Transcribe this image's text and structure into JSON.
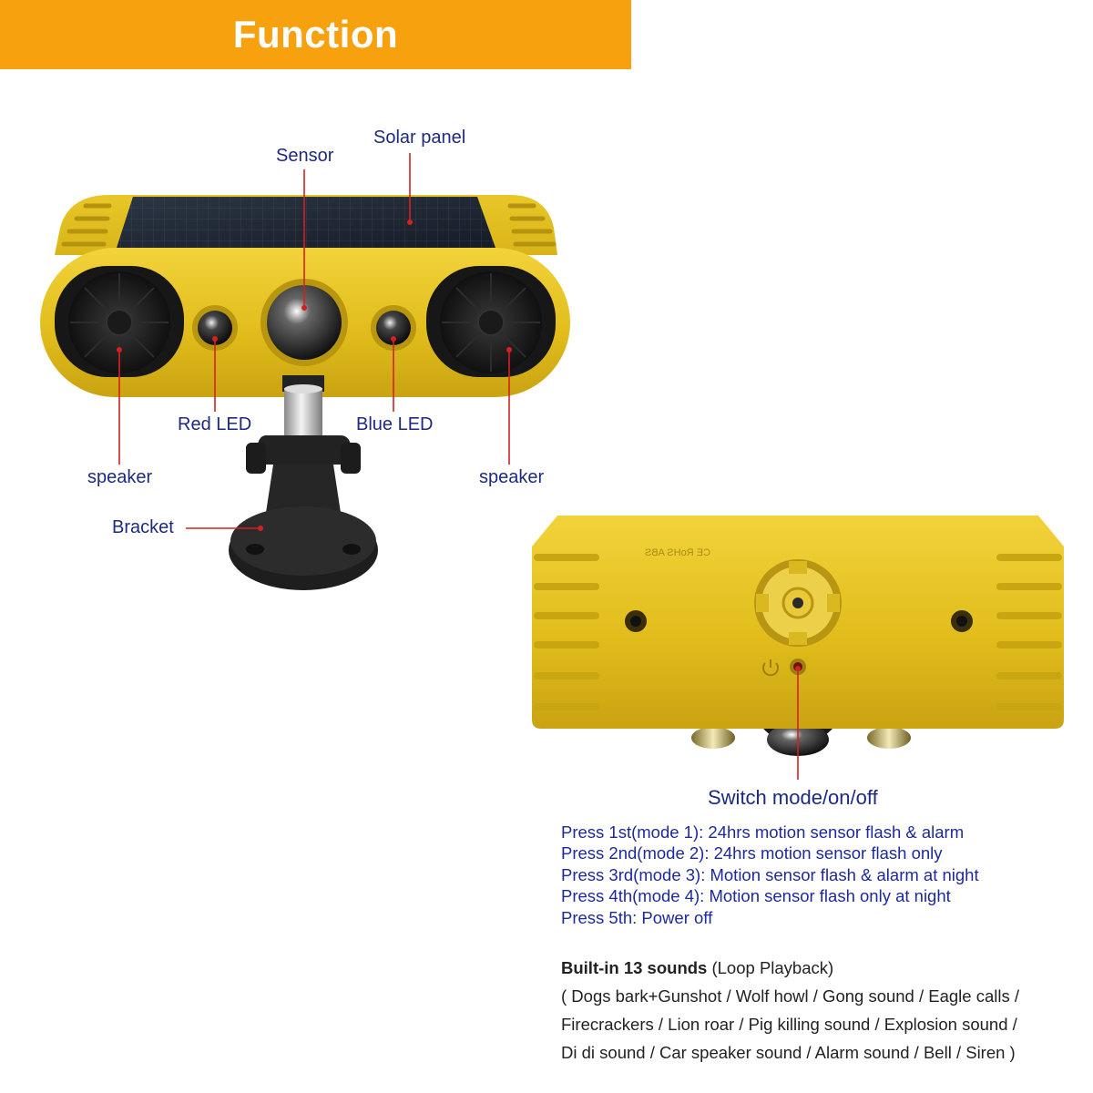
{
  "header": {
    "title": "Function",
    "color": "#f7a10f"
  },
  "labels": {
    "sensor": "Sensor",
    "solar_panel": "Solar panel",
    "red_led": "Red LED",
    "blue_led": "Blue LED",
    "speaker_left": "speaker",
    "speaker_right": "speaker",
    "bracket": "Bracket",
    "switch": "Switch mode/on/off"
  },
  "back_panel_text": "CE RoHS ABS",
  "modes": [
    "Press 1st(mode 1): 24hrs motion sensor flash & alarm",
    "Press 2nd(mode 2): 24hrs motion sensor flash only",
    "Press 3rd(mode 3): Motion sensor flash & alarm at night",
    "Press 4th(mode 4): Motion sensor flash only at night",
    "Press 5th: Power off"
  ],
  "sounds": {
    "title_bold": "Built-in 13 sounds",
    "title_rest": " (Loop Playback)",
    "lines": [
      "( Dogs bark+Gunshot / Wolf howl / Gong sound / Eagle calls /",
      "Firecrackers / Lion roar / Pig killing sound / Explosion sound /",
      "Di di sound / Car speaker sound / Alarm sound / Bell / Siren )"
    ]
  },
  "colors": {
    "body_yellow": "#e6c21c",
    "pointer_red": "#d42020",
    "label_blue": "#1d2a80"
  }
}
